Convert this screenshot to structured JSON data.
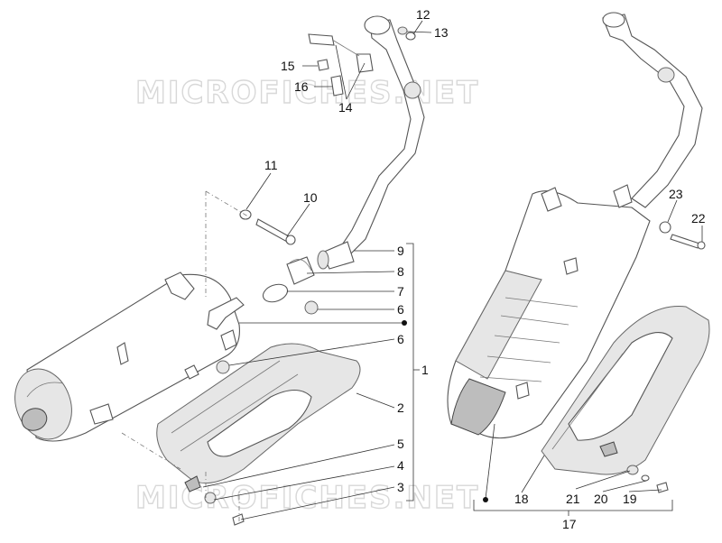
{
  "watermark": {
    "top_text": "MICROFICHES.NET",
    "bottom_text": "MICROFICHES.NET"
  },
  "callouts": {
    "c1": "1",
    "c2": "2",
    "c3": "3",
    "c4": "4",
    "c5": "5",
    "c6a": "6",
    "c6b": "6",
    "c7": "7",
    "c8": "8",
    "c9": "9",
    "c10": "10",
    "c11": "11",
    "c12": "12",
    "c13": "13",
    "c14": "14",
    "c15": "15",
    "c16": "16",
    "c17": "17",
    "c18": "18",
    "c19": "19",
    "c20": "20",
    "c21": "21",
    "c22": "22",
    "c23": "23"
  },
  "colors": {
    "line": "#555555",
    "shade": "#e6e6e6",
    "watermark": "#d8d8d8"
  }
}
